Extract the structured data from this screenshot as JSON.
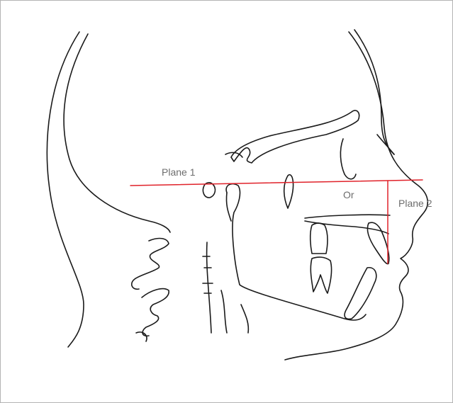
{
  "labels": {
    "plane1": "Plane 1",
    "plane2": "Plane 2",
    "orbitale": "Or"
  },
  "colors": {
    "plane_line": "#e0222a",
    "outline": "#1a1a1a",
    "label_text": "#6d6d6d",
    "frame_border": "#b3b3b3"
  }
}
